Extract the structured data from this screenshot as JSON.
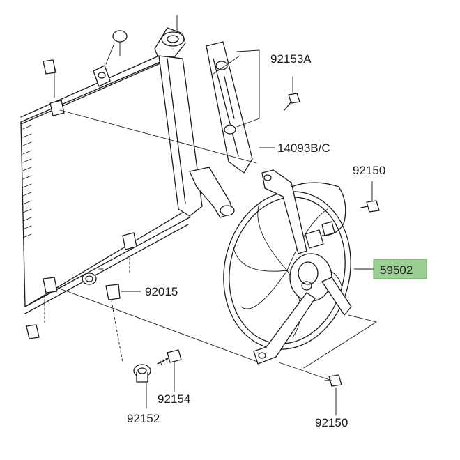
{
  "colors": {
    "ink": "#1a1a1a",
    "highlight_fill": "#9ccf94",
    "highlight_stroke": "#6aa85f",
    "background": "#ffffff"
  },
  "labels": {
    "p92153a": "92153A",
    "p14093bc": "14093B/C",
    "p92150_top": "92150",
    "p59502": "59502",
    "p92015": "92015",
    "p92154": "92154",
    "p92152": "92152",
    "p92150_bottom": "92150"
  }
}
